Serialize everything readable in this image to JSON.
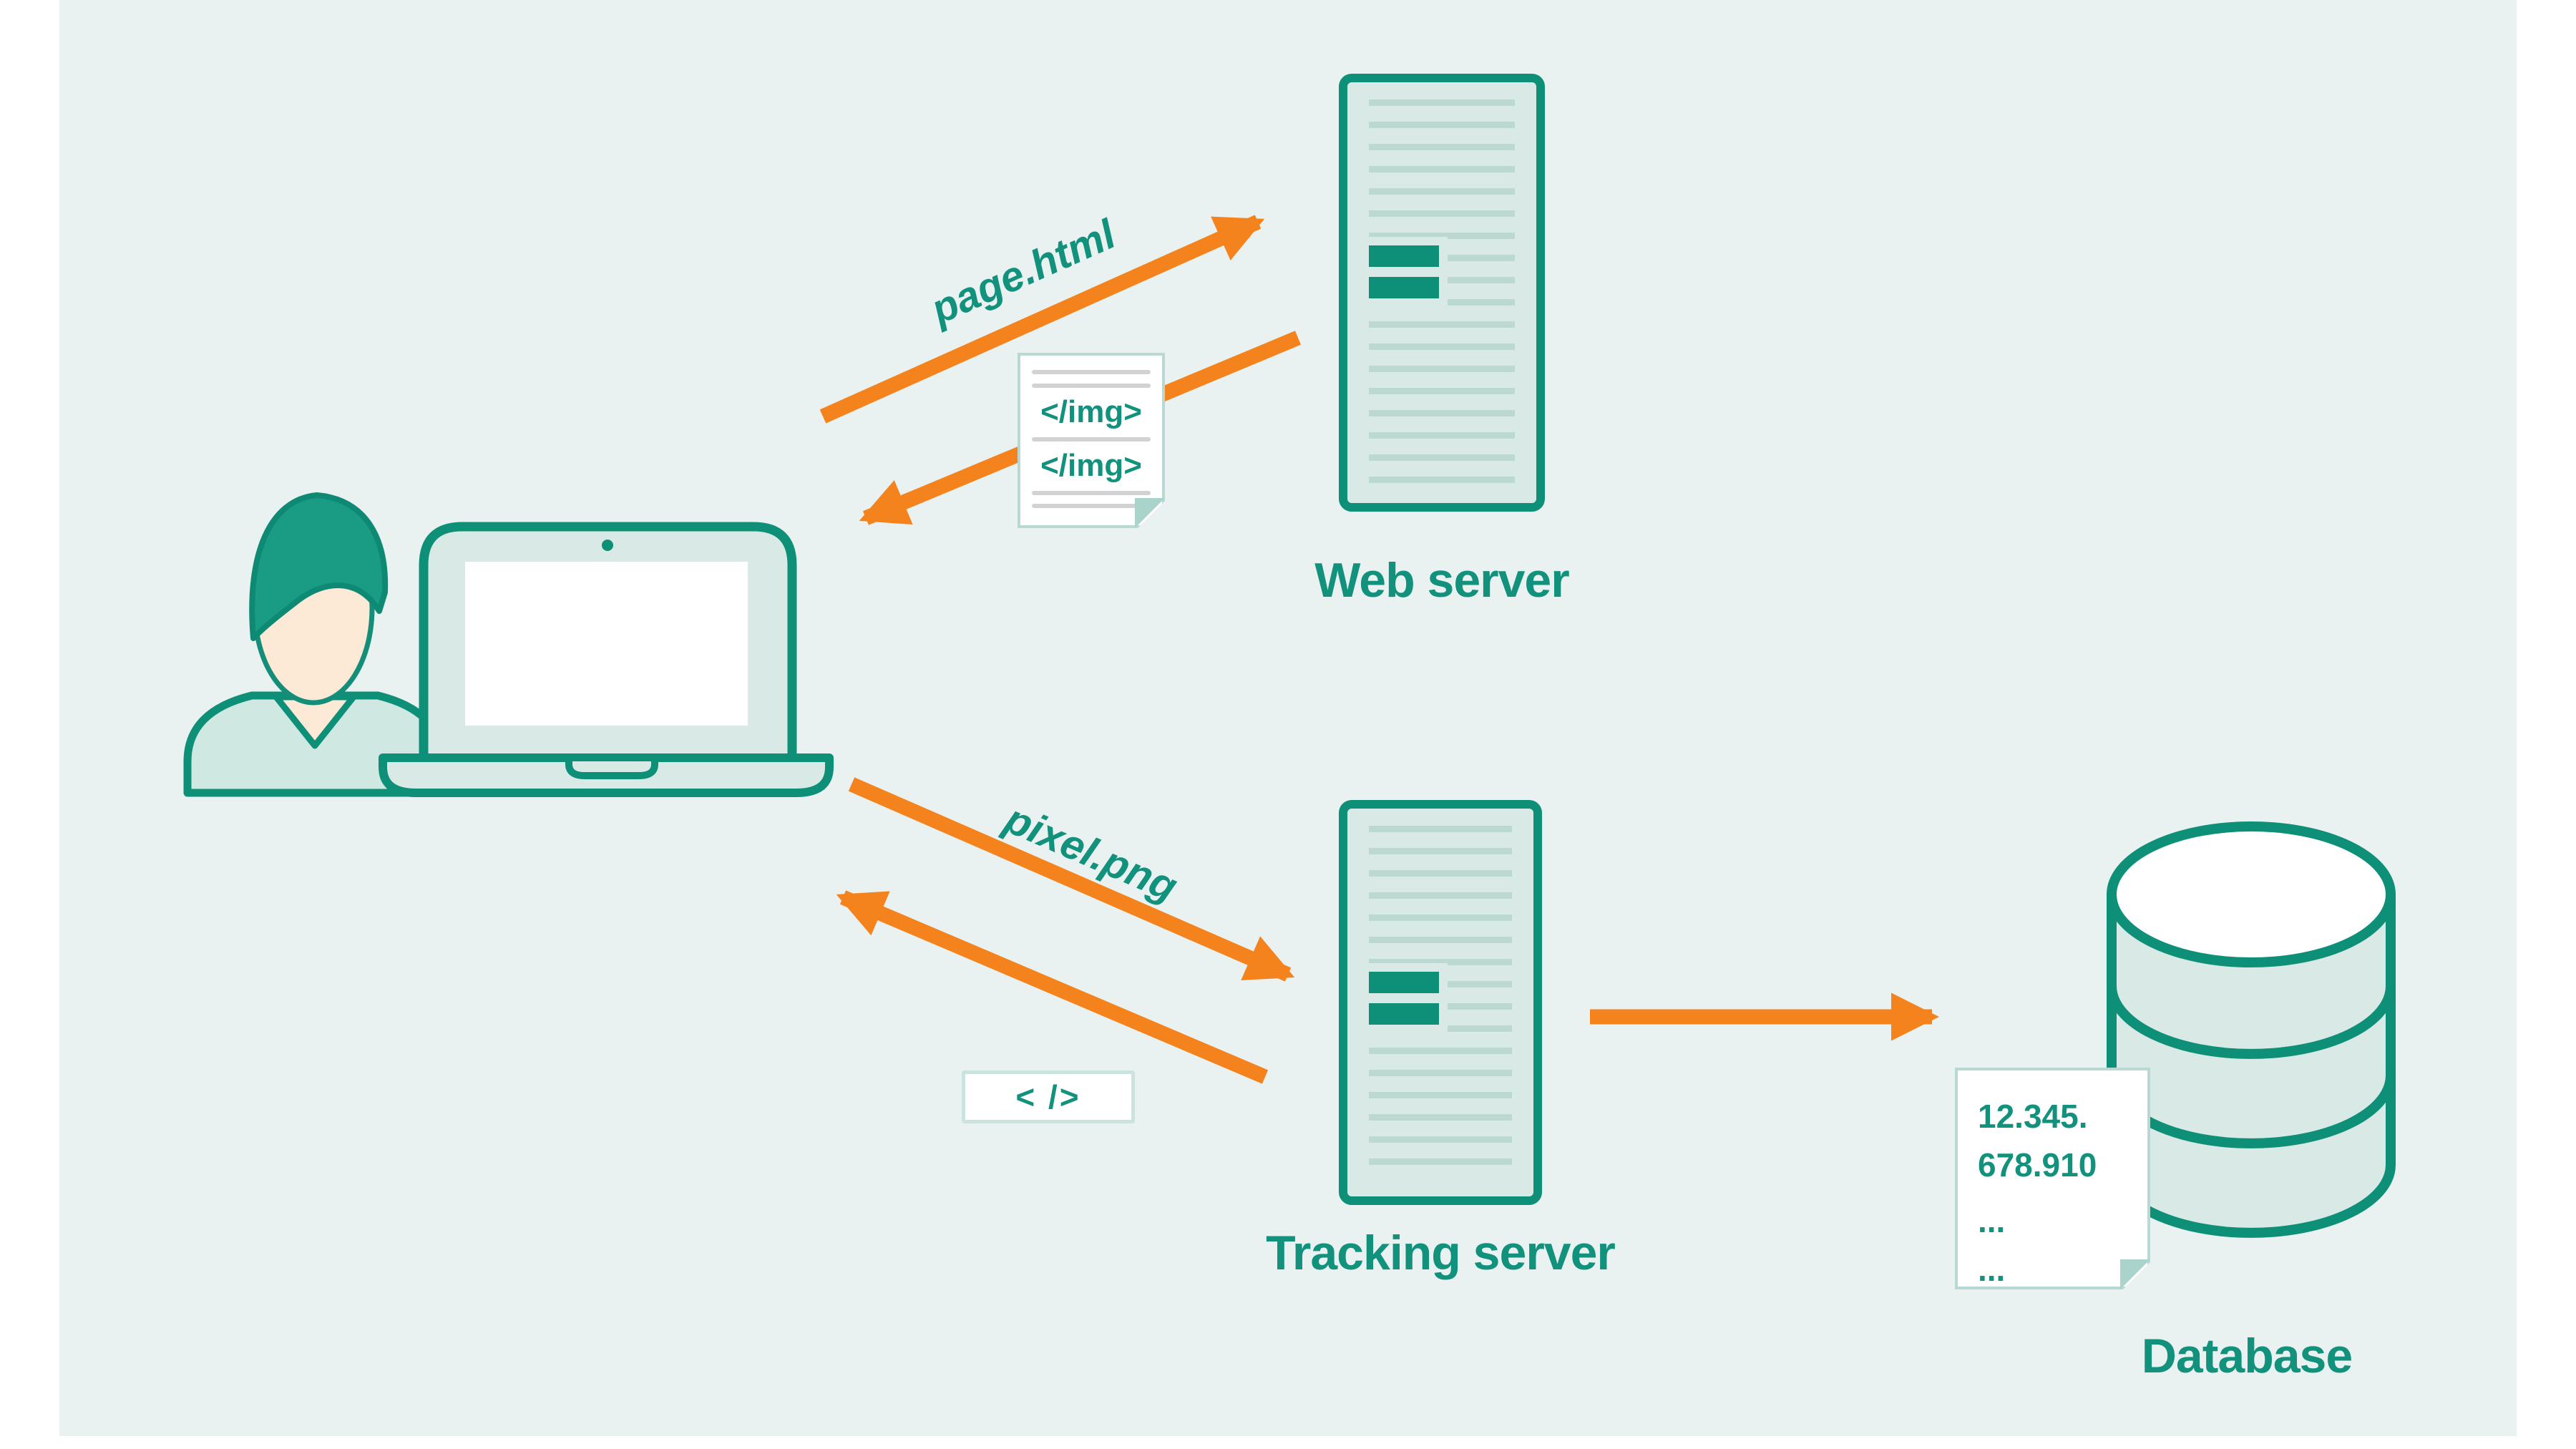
{
  "diagram": {
    "colors": {
      "background": "#e9f2f0",
      "teal_stroke": "#0e8f77",
      "teal_text": "#12917c",
      "teal_fill": "#d9eae6",
      "orange_arrow": "#f5831d",
      "skin": "#fdead6",
      "paper": "#ffffff"
    },
    "web_server": {
      "label": "Web server"
    },
    "tracking_server": {
      "label": "Tracking server"
    },
    "database": {
      "label": "Database"
    },
    "page_request_label": "page.html",
    "pixel_request_label": "pixel.png",
    "html_snippet_doc": {
      "line1": "</img>",
      "line2": "</img>"
    },
    "code_box_label": "< />",
    "db_record_doc": {
      "lines": [
        "12.345.",
        "678.910",
        "...",
        "..."
      ]
    }
  }
}
